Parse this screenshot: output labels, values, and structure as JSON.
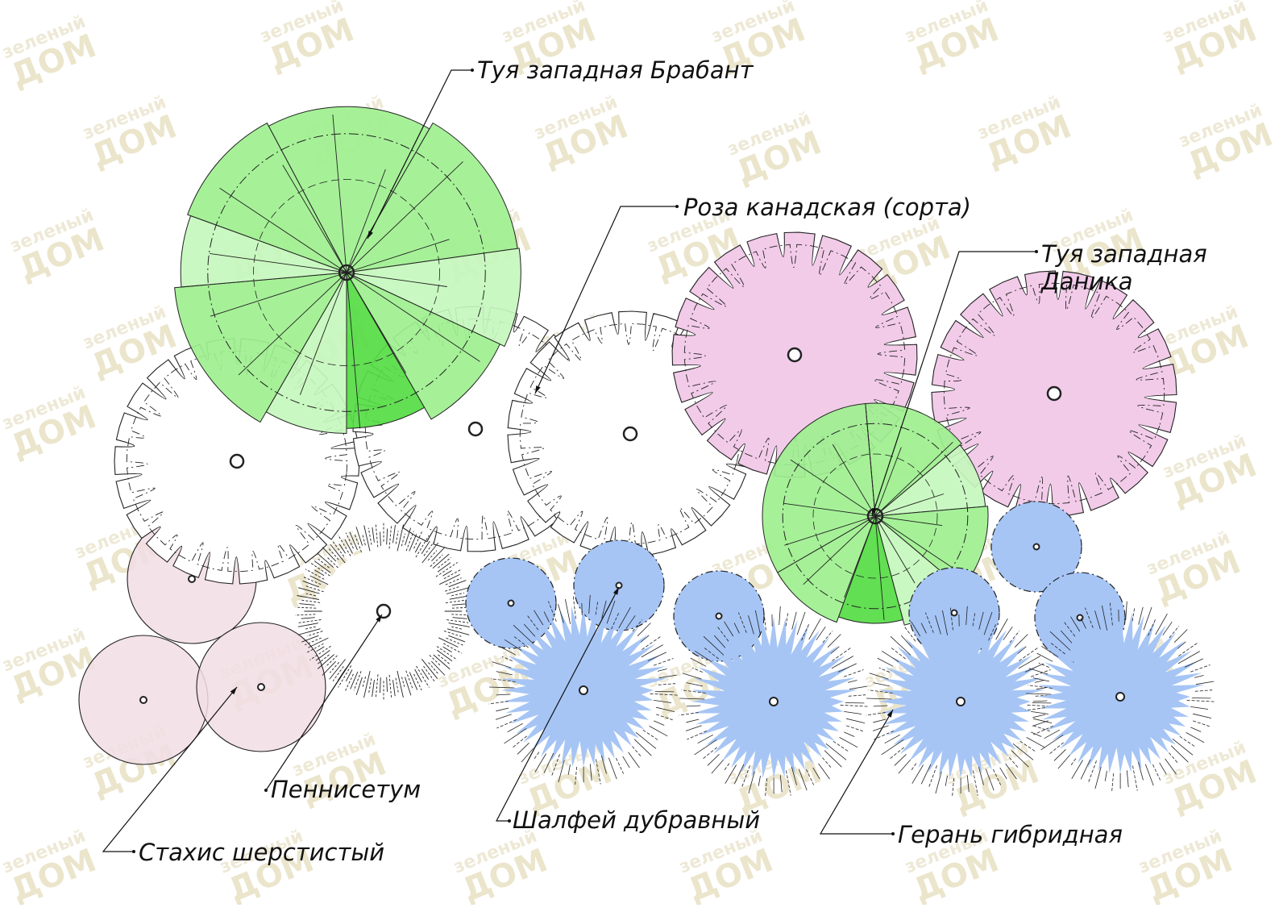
{
  "colors": {
    "thuja": "#9ef08f",
    "thuja_light": "#c6f7bd",
    "thuja_dark": "#55dc44",
    "rose": "#f2cbe9",
    "stachys": "#f1dde4",
    "blue": "#a6c5f5",
    "blue_dark": "#7da7ec",
    "line": "#222222"
  },
  "watermark": {
    "line1": "зеленый",
    "line2": "ДОМ"
  },
  "labels": [
    {
      "id": "thuja-brabant",
      "text": "Туя западная Брабант"
    },
    {
      "id": "rosa",
      "text": "Роза канадская (сорта)"
    },
    {
      "id": "thuja-danica",
      "text": "Туя западная Даника"
    },
    {
      "id": "pennisetum",
      "text": "Пеннисетум"
    },
    {
      "id": "salvia",
      "text": "Шалфей дубравный"
    },
    {
      "id": "stachys",
      "text": "Стахис шерстистый"
    },
    {
      "id": "geranium",
      "text": "Герань гибридная"
    }
  ]
}
